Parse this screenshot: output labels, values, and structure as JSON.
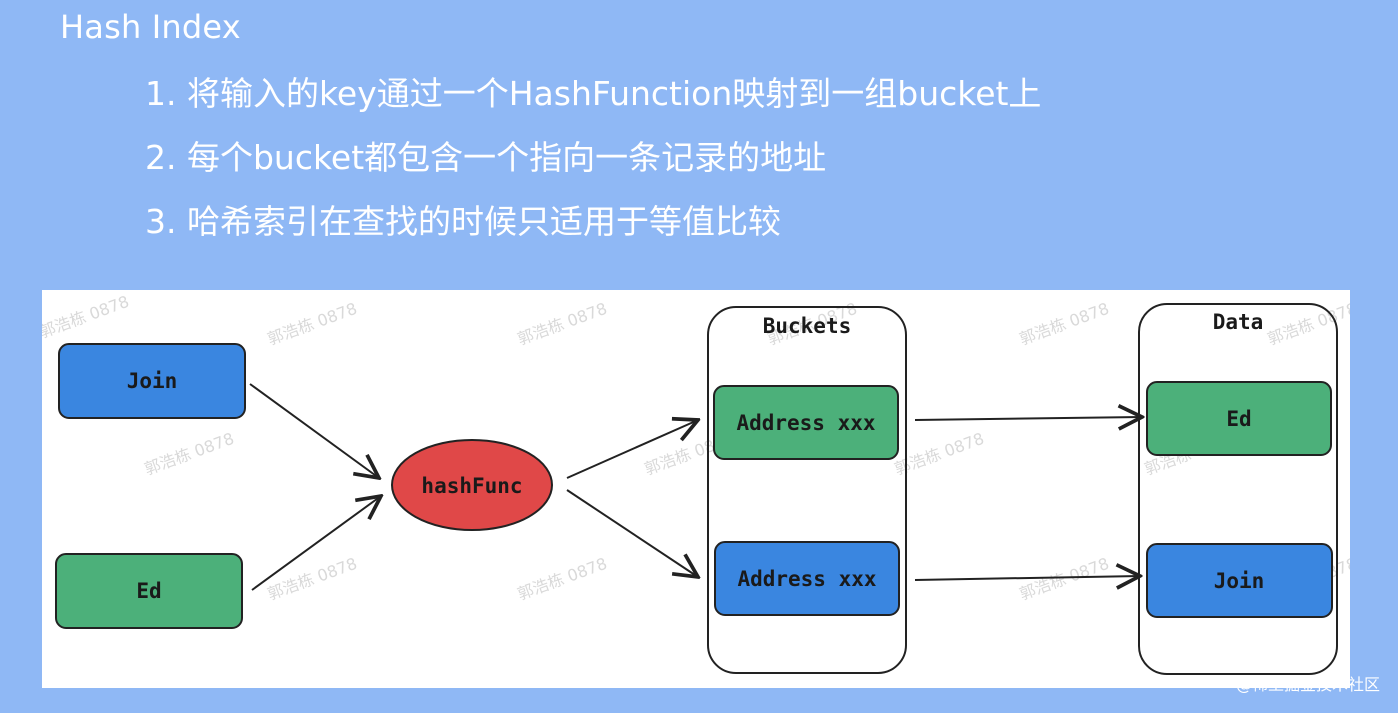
{
  "slide": {
    "title": "Hash Index",
    "points": [
      "1. 将输入的key通过一个HashFunction映射到一组bucket上",
      "2. 每个bucket都包含一个指向一条记录的地址",
      "3. 哈希索引在查找的时候只适用于等值比较"
    ]
  },
  "diagram": {
    "inputs": [
      {
        "label": "Join",
        "color": "#3a86e0"
      },
      {
        "label": "Ed",
        "color": "#4cb07a"
      }
    ],
    "hash_func": {
      "label": "hashFunc",
      "color": "#e04848"
    },
    "buckets": {
      "title": "Buckets",
      "items": [
        {
          "label": "Address xxx",
          "color": "#4cb07a"
        },
        {
          "label": "Address xxx",
          "color": "#3a86e0"
        }
      ]
    },
    "data": {
      "title": "Data",
      "items": [
        {
          "label": "Ed",
          "color": "#4cb07a"
        },
        {
          "label": "Join",
          "color": "#3a86e0"
        }
      ]
    },
    "watermark": "郭浩栋 0878"
  },
  "credit": "@稀土掘金技术社区"
}
